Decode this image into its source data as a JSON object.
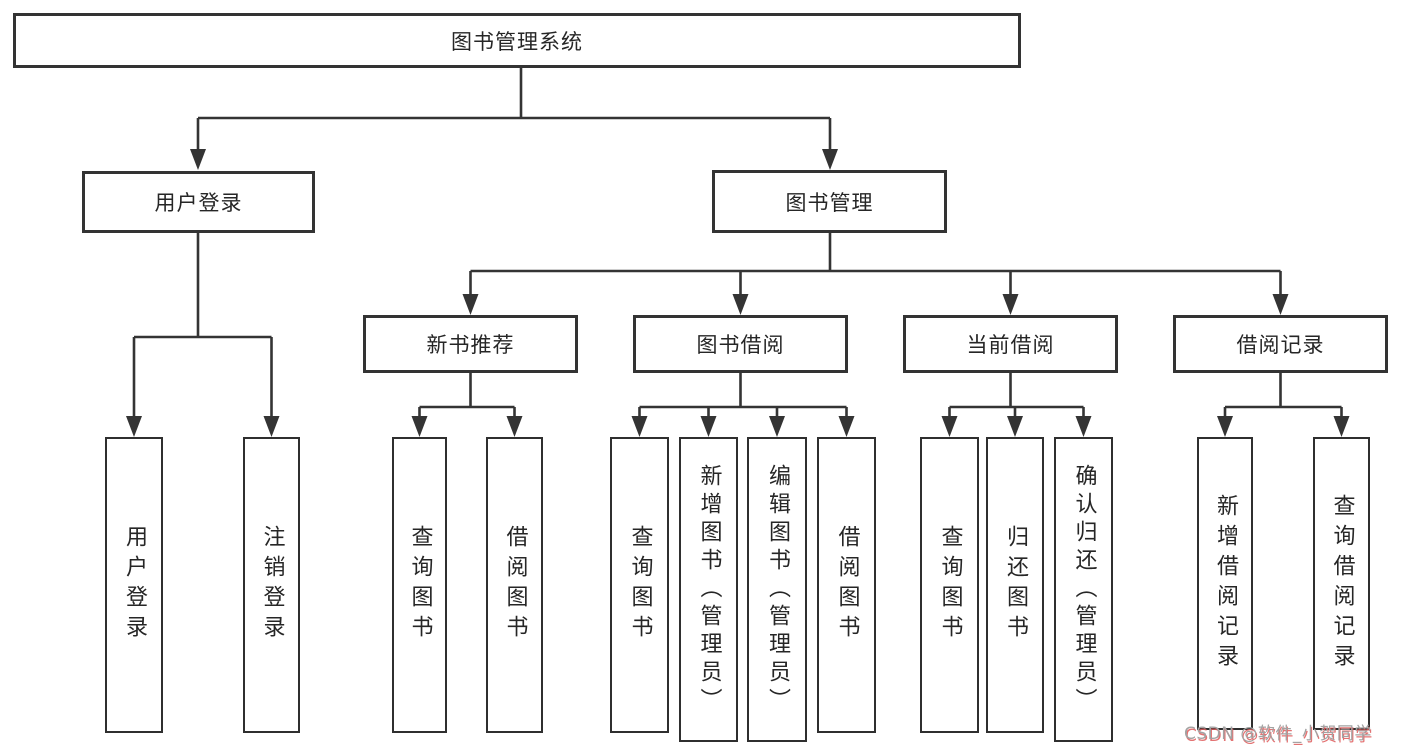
{
  "diagram": {
    "title_note": "functional structure chart",
    "root": {
      "label": "图书管理系统"
    },
    "level1": [
      {
        "label": "用户登录"
      },
      {
        "label": "图书管理"
      }
    ],
    "level2": [
      {
        "label": "新书推荐"
      },
      {
        "label": "图书借阅"
      },
      {
        "label": "当前借阅"
      },
      {
        "label": "借阅记录"
      }
    ],
    "leaves": {
      "user_login": "用户登录",
      "logout": "注销登录",
      "nb_query": "查询图书",
      "nb_borrow": "借阅图书",
      "bb_query": "查询图书",
      "bb_add": "新增图书（管理员）",
      "bb_edit": "编辑图书（管理员）",
      "bb_borrow": "借阅图书",
      "cb_query": "查询图书",
      "cb_return": "归还图书",
      "cb_confirm": "确认归还（管理员）",
      "br_add": "新增借阅记录",
      "br_query": "查询借阅记录"
    }
  },
  "watermark": {
    "text": "CSDN @软件_小贺同学"
  },
  "colors": {
    "border": "#333333",
    "line": "#343434",
    "background": "#ffffff",
    "text": "#262626",
    "watermark_gray": "#a3a3a3",
    "watermark_red": "#de5a5a"
  }
}
